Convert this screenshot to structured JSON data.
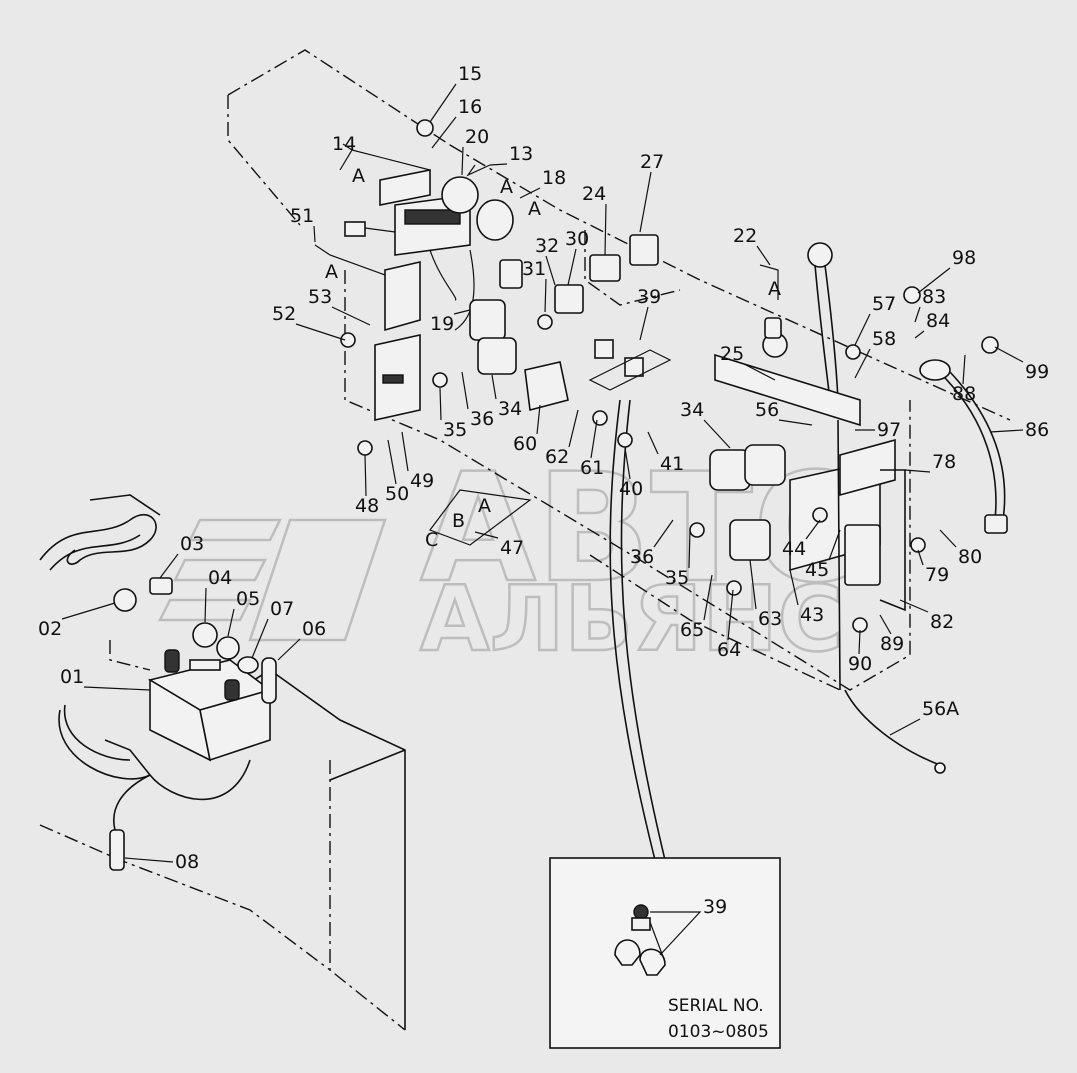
{
  "watermark": {
    "line1": "АВТО",
    "line2": "АЛЬЯНС"
  },
  "inset": {
    "serial_label": "SERIAL NO.",
    "serial_range": "0103~0805",
    "part_39": "39"
  },
  "group_letters": {
    "a1": "A",
    "a2": "A",
    "a3": "A",
    "a4": "A",
    "a5": "A",
    "a6": "A",
    "b": "B",
    "c": "C"
  },
  "labels": [
    "15",
    "16",
    "14",
    "20",
    "13",
    "18",
    "24",
    "27",
    "22",
    "98",
    "51",
    "32",
    "30",
    "31",
    "39",
    "57",
    "83",
    "84",
    "53",
    "52",
    "19",
    "58",
    "99",
    "25",
    "88",
    "34",
    "35",
    "36",
    "56",
    "97",
    "86",
    "60",
    "62",
    "61",
    "40",
    "41",
    "48",
    "50",
    "49",
    "78",
    "47",
    "34",
    "36",
    "35",
    "44",
    "80",
    "45",
    "79",
    "03",
    "04",
    "05",
    "07",
    "06",
    "02",
    "63",
    "43",
    "65",
    "64",
    "82",
    "89",
    "90",
    "01",
    "56A",
    "08"
  ]
}
